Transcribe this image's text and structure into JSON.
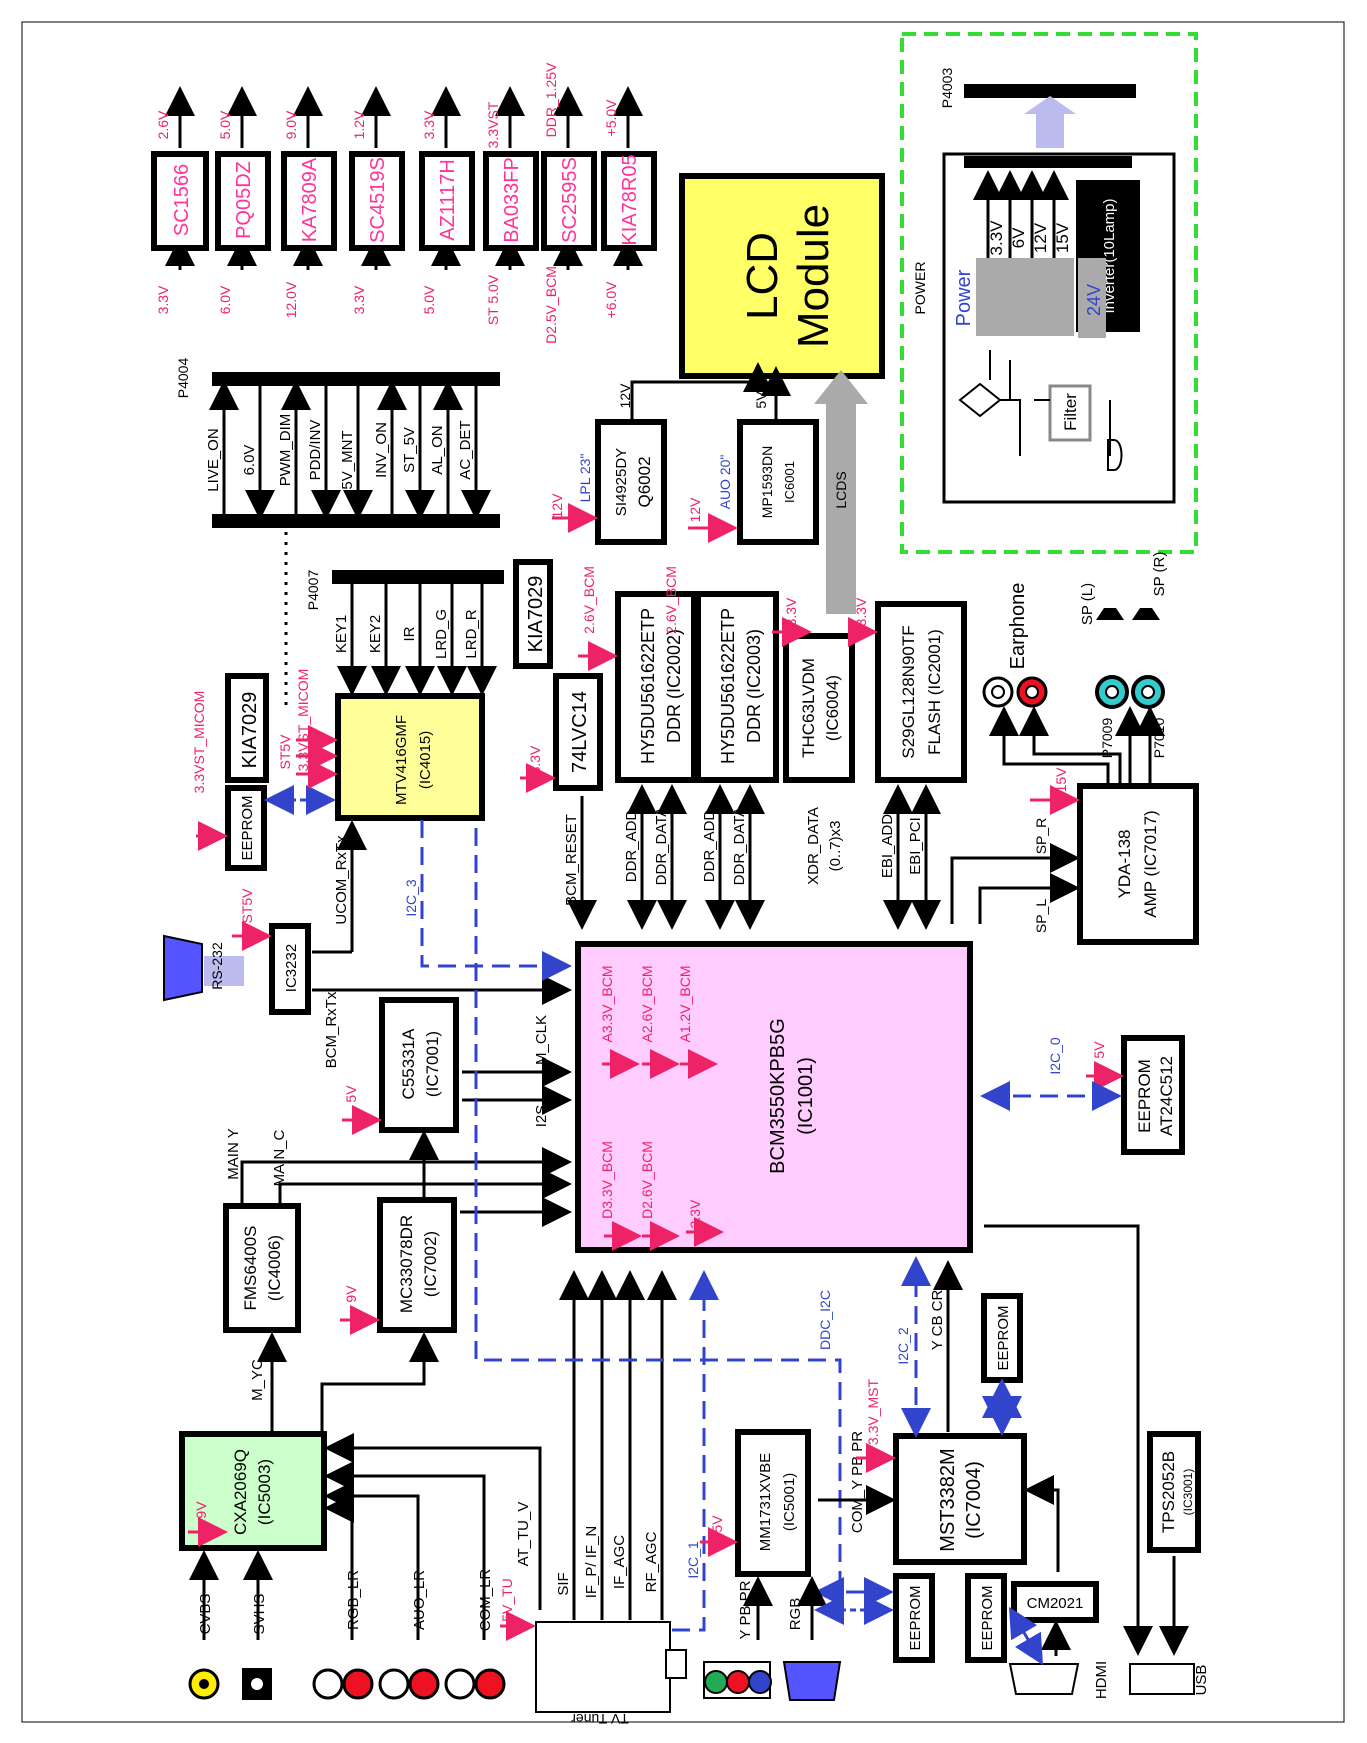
{
  "colors": {
    "magenta_label": "#ee2266",
    "blue_label": "#3344cc",
    "soc_fill": "#ffccff",
    "lcd_fill": "#ffff66",
    "micom_fill": "#ffff99",
    "decoder_fill": "#ccffcc",
    "power_region": "#33dd33"
  },
  "regulators": [
    {
      "chip": "SC1566",
      "vin": "3.3V",
      "vout": "2.6V"
    },
    {
      "chip": "PQ05DZ",
      "vin": "6.0V",
      "vout": "5.0V"
    },
    {
      "chip": "KA7809A",
      "vin": "12.0V",
      "vout": "9.0V"
    },
    {
      "chip": "SC4519S",
      "vin": "3.3V",
      "vout": "1.2V"
    },
    {
      "chip": "AZ1117H",
      "vin": "5.0V",
      "vout": "3.3V"
    },
    {
      "chip": "BA033FP",
      "vin": "ST 5.0V",
      "vout": "3.3VST"
    },
    {
      "chip": "SC2595S",
      "vin": "D2.5V_BCM",
      "vout": "DDR_1.25V"
    },
    {
      "chip": "KIA78R05",
      "vin": "+6.0V",
      "vout": "+5.0V"
    }
  ],
  "lcd": {
    "line1": "LCD",
    "line2": "Module",
    "lcds": "LCDS"
  },
  "power": {
    "header": "P4003",
    "title": "POWER",
    "unit": "Power",
    "rails": [
      "3.3V",
      "6V",
      "12V",
      "15V"
    ],
    "inverter_in": "24V",
    "inverter": "Inverter(10Lamp)",
    "filter": "Filter"
  },
  "p4004": {
    "label": "P4004",
    "signals": [
      "LIVE_ON",
      "6.0V",
      "PWM_DIM",
      "PDD/INV",
      "5V_MNT",
      "INV_ON",
      "ST_5V",
      "AL_ON",
      "AC_DET"
    ]
  },
  "p4007": {
    "label": "P4007",
    "signals": [
      "KEY1",
      "KEY2",
      "IR",
      "LRD_G",
      "LRD_R"
    ]
  },
  "q6002": {
    "name": "SI4925DY",
    "ref": "Q6002",
    "in": "12V",
    "out": "12V",
    "note": "LPL 23\""
  },
  "ic6001": {
    "name": "MP1593DN",
    "ref": "IC6001",
    "in": "12V",
    "out": "5V",
    "note": "AUO 20\""
  },
  "micom": {
    "name": "MTV416GMF",
    "ref": "(IC4015)",
    "kia": "KIA7029",
    "eeprom": "EEPROM",
    "p1": "ST5V",
    "p2": "3.3VST_MICOM",
    "p3": "3.3VST_MICOM",
    "rxtx": "UCOM_RxTx"
  },
  "buffer": {
    "name": "74LVC14",
    "kia": "KIA7029",
    "p": "3.3V",
    "reset": "BCM_RESET"
  },
  "ddr1": {
    "name": "HY5DU561622ETP",
    "ref": "DDR (IC2002)",
    "p": "2.6V_BCM"
  },
  "ddr2": {
    "name": "HY5DU561622ETP",
    "ref": "DDR (IC2003)",
    "p": "2.6V_BCM"
  },
  "lvds": {
    "name": "THC63LVDM",
    "ref": "(IC6004)",
    "p": "3.3V"
  },
  "flash": {
    "name": "S29GL128N90TF",
    "ref": "FLASH (IC2001)",
    "p": "3.3V"
  },
  "buses": [
    "DDR_ADD",
    "DDR_DATA",
    "DDR_ADD",
    "DDR_DATA",
    "XDR_DATA",
    "(0..7)x3",
    "EBI_ADD",
    "EBI_PCI"
  ],
  "audio_out": {
    "earphone": "Earphone",
    "p7009": "P7009",
    "p7010": "P7010",
    "spl": "SP (L)",
    "spr": "SP (R)"
  },
  "amp": {
    "name": "YDA-138",
    "ref": "AMP (IC7017)",
    "p": "15V",
    "spr": "SP_R",
    "spl": "SP_L"
  },
  "rs232": {
    "label": "RS-232",
    "chip": "IC3232",
    "p": "ST5V",
    "rxtx": "BCM_RxTx",
    "i2c": "I2C_3"
  },
  "audio_dsp": {
    "name": "C55331A",
    "ref": "(IC7001)",
    "p": "5V",
    "mclk": "M_CLK",
    "i2s": "I2S"
  },
  "soc": {
    "name": "BCM3550KPB5G",
    "ref": "(IC1001)",
    "rails": [
      "A3.3V_BCM",
      "A2.6V_BCM",
      "A1.2V_BCM",
      "D3.3V_BCM",
      "D2.6V_BCM",
      "3.3V"
    ]
  },
  "eeprom_i2c0": {
    "name": "EEPROM",
    "ref": "AT24C512",
    "p": "5V",
    "bus": "I2C_0"
  },
  "fms": {
    "name": "FMS6400S",
    "ref": "(IC4006)",
    "main_y": "MAIN Y",
    "main_c": "MAIN_C",
    "myc": "M_YC"
  },
  "mc": {
    "name": "MC33078DR",
    "ref": "(IC7002)",
    "p": "9V"
  },
  "cxa": {
    "name": "CXA2069Q",
    "ref": "(IC5003)",
    "p": "9V"
  },
  "inputs": [
    "CVBS",
    "SVHS",
    "RGB_LR",
    "AUO_LR",
    "COM_LR",
    "AT_TU_V"
  ],
  "tuner": {
    "label": "TV Tuner",
    "p": "5V_TU",
    "signals": [
      "SIF",
      "IF_P/ IF_N",
      "IF_AGC",
      "RF_AGC"
    ],
    "i2c": "I2C_1"
  },
  "mm": {
    "name": "MM1731XVBE",
    "ref": "(IC5001)",
    "p": "5V",
    "ypbpr": "Y PB PR",
    "rgb": "RGB",
    "com": "COM_Y PB PR"
  },
  "mst": {
    "name": "MST3382M",
    "ref": "(IC7004)",
    "p": "3.3V_MST",
    "ycbcr": "Y CB CR",
    "ddc": "DDC_I2C",
    "i2c2": "I2C_2"
  },
  "eeproms": [
    "EEPROM",
    "EEPROM",
    "EEPROM"
  ],
  "hdmi": {
    "label": "HDMI",
    "chip": "CM2021"
  },
  "usb": {
    "label": "USB",
    "chip": "TPS2052B",
    "ref": "(IC3001)"
  }
}
